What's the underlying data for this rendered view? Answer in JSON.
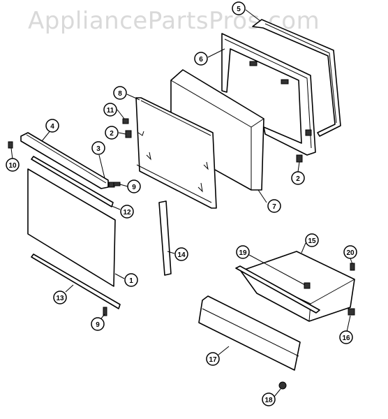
{
  "watermark": "AppliancePartsPros.com",
  "callouts": [
    "5",
    "6",
    "8",
    "11",
    "2",
    "7",
    "4",
    "3",
    "10",
    "9",
    "12",
    "1",
    "14",
    "13",
    "9",
    "15",
    "19",
    "20",
    "2",
    "17",
    "16",
    "18"
  ]
}
